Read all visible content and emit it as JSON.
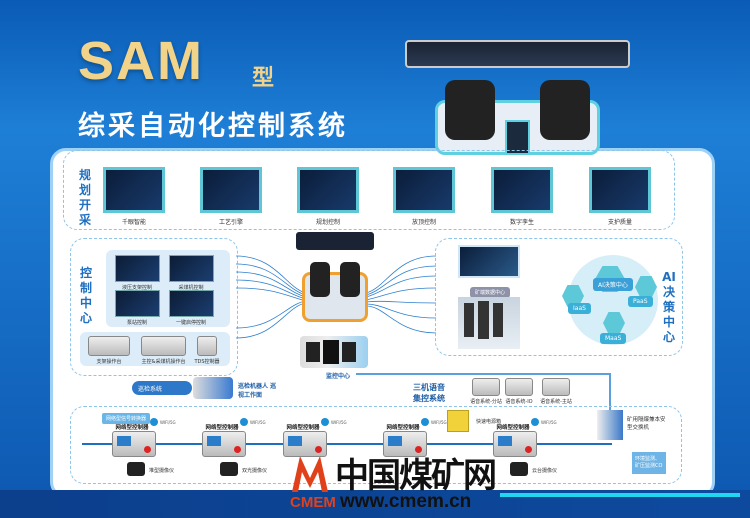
{
  "header": {
    "brand": "SAM",
    "type_suffix": "型",
    "title": "综采自动化控制系统"
  },
  "planning": {
    "label": "规划开采",
    "screens": [
      "千眼智能",
      "工艺引擎",
      "规划控制",
      "放顶控制",
      "数字孪生",
      "支护质量"
    ]
  },
  "control_center": {
    "label": "控制中心",
    "screens": [
      "液压支架控制",
      "采煤机控制",
      "泵站控制",
      "一键启停控制"
    ],
    "consoles": [
      "支架操作台",
      "主控&采煤机操作台",
      "TDS控制器"
    ]
  },
  "ai_center": {
    "label": "AI决策中心",
    "data_center": "矿端数据中心",
    "hub": "AI决策中心",
    "services": [
      "IaaS",
      "PaaS",
      "MaaS"
    ]
  },
  "monitoring": {
    "label": "监控中心"
  },
  "inspection": {
    "system": "巡检系统",
    "robot": "巡检机器人 巡视工作面"
  },
  "voice": {
    "title_line1": "三机语音",
    "title_line2": "集控系统",
    "devices": [
      "语音系统-分站",
      "语音系统-IO",
      "语音系统-主站"
    ]
  },
  "field": {
    "converter": "网络型信号转换器",
    "controller": "网络型控制器",
    "wifi": "WIFI/5G",
    "cameras": [
      "堆型摄像仪",
      "双光摄像仪",
      "云台摄像仪"
    ],
    "power_box": "快速电源箱",
    "switch": "矿用隔爆兼本安型交换机",
    "env": "环境监测、矿压监测CO"
  },
  "watermark": {
    "cn": "中国煤矿网",
    "url": "www.cmem.cn",
    "logo": "CMEM"
  }
}
